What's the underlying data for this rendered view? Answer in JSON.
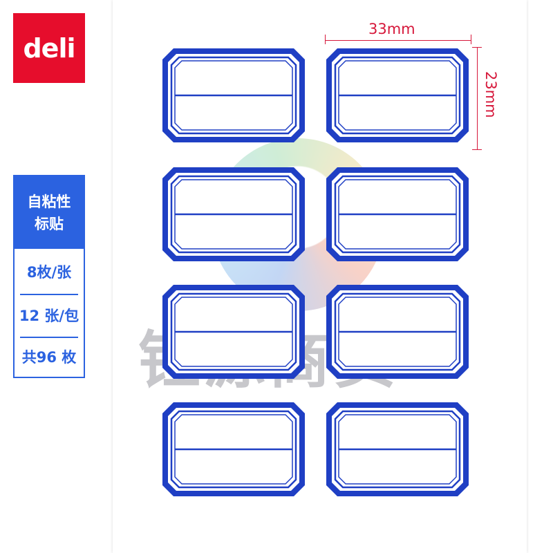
{
  "brand": {
    "logo_text": "deli",
    "color": "#e60d2c"
  },
  "side_panel": {
    "title_line1": "自粘性",
    "title_line2": "标贴",
    "rows": [
      "8枚/张",
      "12 张/包",
      "共96 枚"
    ],
    "accent": "#2b62e0"
  },
  "dimensions": {
    "width_label": "33mm",
    "height_label": "23mm",
    "color": "#d6173a"
  },
  "watermark": {
    "text": "钰源商贸"
  },
  "labels": {
    "count": 8,
    "border_color": "#1f3fc4"
  }
}
